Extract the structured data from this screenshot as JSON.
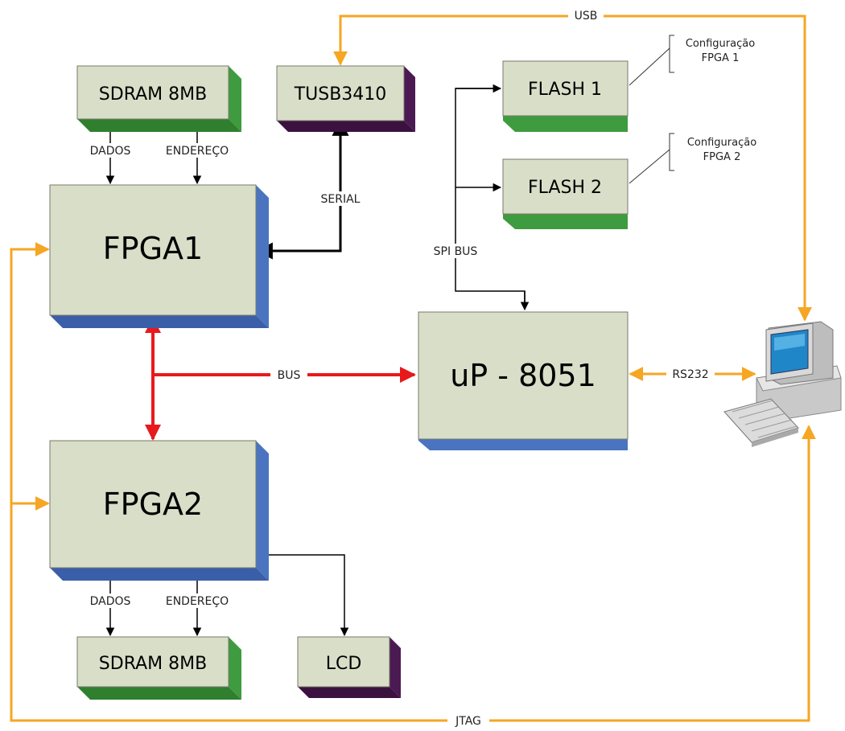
{
  "colors": {
    "box_face": "#d8dec8",
    "green_side": "#3f9b3f",
    "blue_side": "#4a74c0",
    "purple_side": "#4b1a52",
    "orange": "#f5a623",
    "red": "#e8191c",
    "black": "#000000"
  },
  "blocks": {
    "sdram_top": "SDRAM 8MB",
    "tusb": "TUSB3410",
    "flash1": "FLASH 1",
    "flash2": "FLASH 2",
    "fpga1": "FPGA1",
    "fpga2": "FPGA2",
    "up": "uP - 8051",
    "sdram_bottom": "SDRAM 8MB",
    "lcd": "LCD"
  },
  "connections": {
    "usb": "USB",
    "dados_top": "DADOS",
    "endereco_top": "ENDEREÇO",
    "serial": "SERIAL",
    "spi_bus": "SPI BUS",
    "bus": "BUS",
    "rs232": "RS232",
    "dados_bottom": "DADOS",
    "endereco_bottom": "ENDEREÇO",
    "jtag": "JTAG"
  },
  "notes": {
    "config1_line1": "Configuração",
    "config1_line2": "FPGA 1",
    "config2_line1": "Configuração",
    "config2_line2": "FPGA 2"
  },
  "icons": {
    "computer": "computer-icon"
  }
}
